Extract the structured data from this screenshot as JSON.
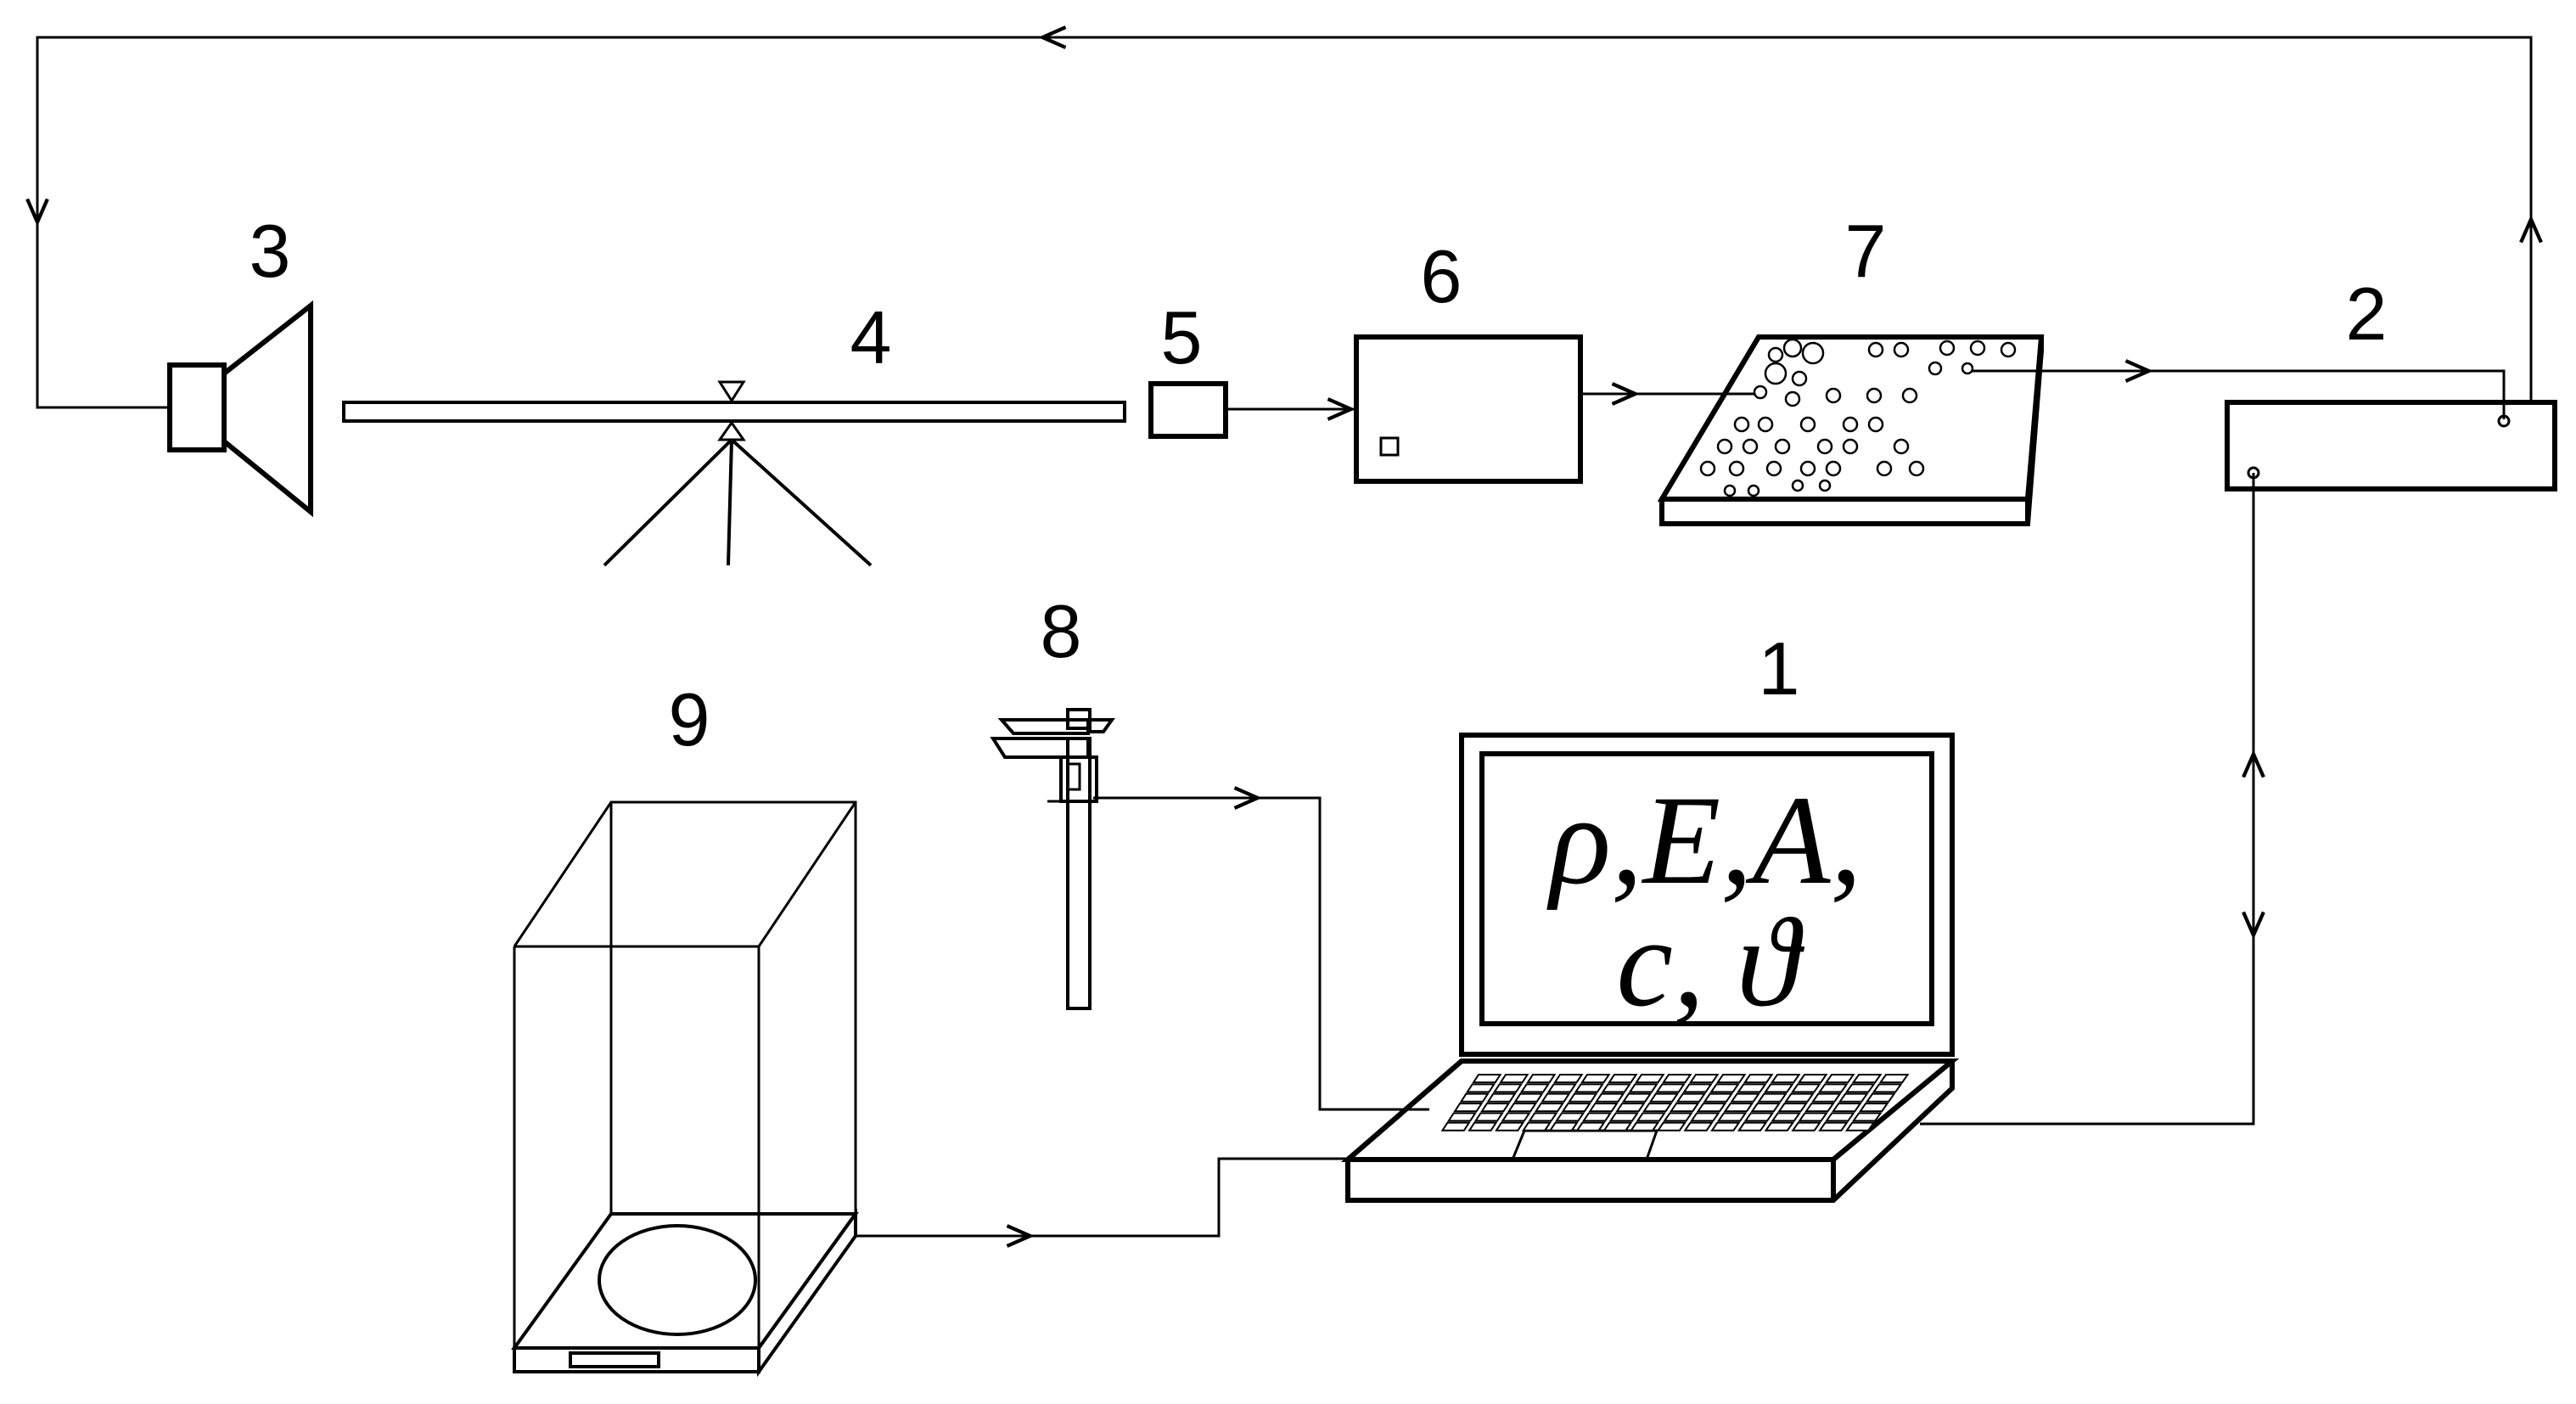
{
  "labels": {
    "computer": "1",
    "amplifier": "2",
    "speaker": "3",
    "sample_beam": "4",
    "sensor": "5",
    "unit_6": "6",
    "unit_7": "7",
    "caliper": "8",
    "balance": "9"
  },
  "screen": {
    "line1": "ρ,E,A,",
    "line2": "c, ϑ"
  },
  "colors": {
    "stroke": "#000000",
    "background": "#ffffff"
  }
}
